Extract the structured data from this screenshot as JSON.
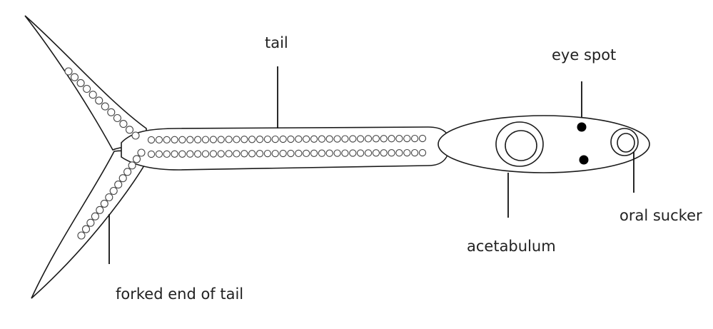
{
  "labels": {
    "tail": "tail",
    "eye_spot": "eye spot",
    "oral_sucker": "oral sucker",
    "acetabulum": "acetabulum",
    "forked_end": "forked end of tail"
  },
  "colors": {
    "outline": "#1a1a1a",
    "eye_spot": "#000000",
    "text": "#222222"
  }
}
